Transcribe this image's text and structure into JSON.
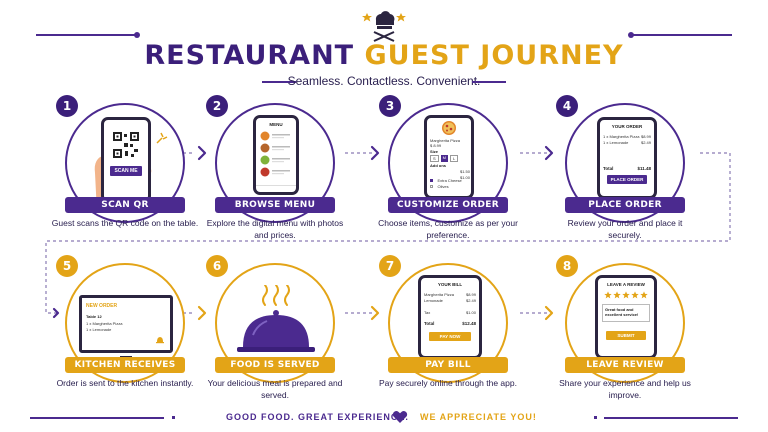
{
  "title": {
    "part1": "RESTAURANT",
    "part2": "GUEST JOURNEY"
  },
  "subtitle": "Seamless. Contactless. Convenient.",
  "steps": [
    {
      "number": "1",
      "label": "SCAN QR",
      "description": "Guest scans the QR code on the table.",
      "phone_text": "SCAN ME"
    },
    {
      "number": "2",
      "label": "BROWSE MENU",
      "description": "Explore the digital menu with photos and prices.",
      "phone_title": "MENU"
    },
    {
      "number": "3",
      "label": "CUSTOMIZE ORDER",
      "description": "Choose items, customize as per your preference.",
      "item_name": "Margherita Pizza",
      "item_price": "$ 8.99",
      "size_label": "Size",
      "sizes": [
        "S",
        "M",
        "L"
      ],
      "addons_label": "Add ons",
      "addons": [
        {
          "name": "Extra Cheese",
          "price": "$1.50"
        },
        {
          "name": "Olives",
          "price": "$1.00"
        }
      ]
    },
    {
      "number": "4",
      "label": "PLACE ORDER",
      "description": "Review your order and place it securely.",
      "screen_title": "YOUR ORDER",
      "items": [
        {
          "name": "1 x Margherita Pizza",
          "price": "$8.99"
        },
        {
          "name": "1 x Lemonade",
          "price": "$2.49"
        }
      ],
      "total_label": "Total",
      "total": "$11.48",
      "button": "PLACE ORDER"
    },
    {
      "number": "5",
      "label": "KITCHEN RECEIVES",
      "description": "Order is sent to the kitchen instantly.",
      "screen_title": "NEW ORDER",
      "table": "Table 12",
      "items": [
        "1 x Margherita Pizza",
        "1 x Lemonade"
      ]
    },
    {
      "number": "6",
      "label": "FOOD IS SERVED",
      "description": "Your delicious meal is prepared and served."
    },
    {
      "number": "7",
      "label": "PAY BILL",
      "description": "Pay securely online through the app.",
      "screen_title": "YOUR BILL",
      "items": [
        {
          "name": "Margherita Pizza",
          "price": "$8.99"
        },
        {
          "name": "Lemonade",
          "price": "$2.49"
        }
      ],
      "tax_label": "Tax",
      "tax": "$1.00",
      "total_label": "Total",
      "total": "$12.48",
      "button": "PAY NOW"
    },
    {
      "number": "8",
      "label": "LEAVE REVIEW",
      "description": "Share your experience and help us improve.",
      "screen_title": "LEAVE A REVIEW",
      "stars": 5,
      "review_text": "Great food and excellent service!",
      "button": "SUBMIT"
    }
  ],
  "footer": {
    "left": "GOOD FOOD. GREAT EXPERIENCE.",
    "right": "WE APPRECIATE YOU!"
  },
  "colors": {
    "purple": "#4b2a8f",
    "dark_purple": "#3b1f7a",
    "gold": "#e3a417"
  },
  "icons": [
    "chef-hat-icon",
    "qr-code-icon",
    "hand-icon",
    "dish-icon",
    "pizza-icon",
    "monitor-icon",
    "bell-icon",
    "cloche-icon",
    "star-icon",
    "heart-icon",
    "arrow-icon"
  ]
}
